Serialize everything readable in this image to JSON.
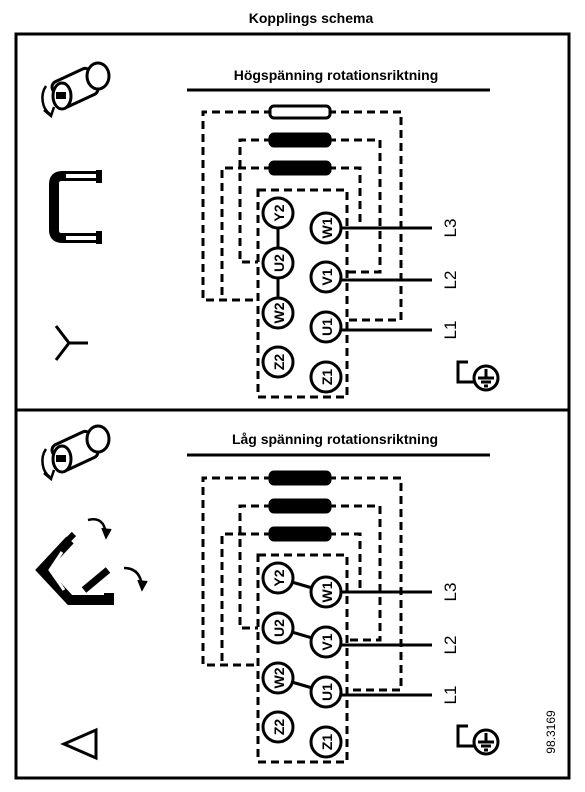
{
  "title": "Kopplings schema",
  "panels": [
    {
      "heading": "Högspänning rotationsriktning",
      "connection_symbol": "star-symbol",
      "terminals_left": [
        "Y2",
        "U2",
        "W2",
        "Z2"
      ],
      "terminals_right": [
        "W1",
        "V1",
        "U1",
        "Z1"
      ],
      "lines": [
        "L3",
        "L2",
        "L1"
      ]
    },
    {
      "heading": "Låg spänning rotationsriktning",
      "connection_symbol": "delta-symbol",
      "terminals_left": [
        "Y2",
        "U2",
        "W2",
        "Z2"
      ],
      "terminals_right": [
        "W1",
        "V1",
        "U1",
        "Z1"
      ],
      "lines": [
        "L3",
        "L2",
        "L1"
      ]
    }
  ],
  "drawing_number": "98.3169",
  "colors": {
    "ink": "#000000",
    "background": "#ffffff"
  }
}
